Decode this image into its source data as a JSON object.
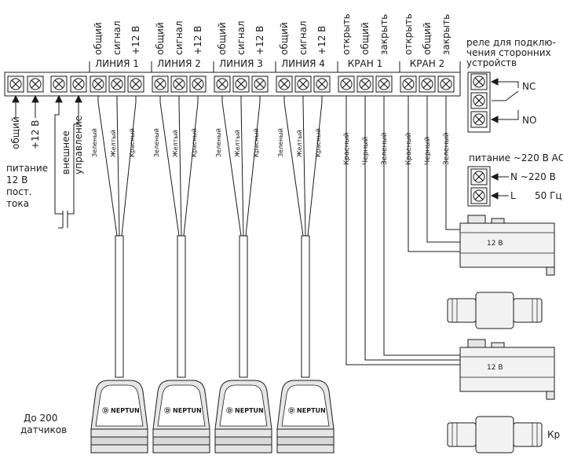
{
  "terminal_block": {
    "line_groups": [
      {
        "label": "ЛИНИЯ 1",
        "pins": [
          "общий",
          "сигнал",
          "+12 В"
        ]
      },
      {
        "label": "ЛИНИЯ 2",
        "pins": [
          "общий",
          "сигнал",
          "+12 В"
        ]
      },
      {
        "label": "ЛИНИЯ 3",
        "pins": [
          "общий",
          "сигнал",
          "+12 В"
        ]
      },
      {
        "label": "ЛИНИЯ 4",
        "pins": [
          "общий",
          "сигнал",
          "+12 В"
        ]
      }
    ],
    "valve_groups": [
      {
        "label": "КРАН 1",
        "pins": [
          "открыть",
          "общий",
          "закрыть"
        ]
      },
      {
        "label": "КРАН 2",
        "pins": [
          "открыть",
          "общий",
          "закрыть"
        ]
      }
    ]
  },
  "power_input": {
    "pins": [
      "общий",
      "+12 В"
    ],
    "caption": [
      "питание",
      "12 В",
      "пост.",
      "тока"
    ]
  },
  "external_control": {
    "label": [
      "внешнее",
      "управление"
    ]
  },
  "sensor_wires": [
    "Зеленый",
    "Желтый",
    "Красный"
  ],
  "valve_wires": [
    "Красный",
    "Черный",
    "Зеленый"
  ],
  "relay": {
    "caption": [
      "реле для подклю-",
      "чения сторонних",
      "устройств"
    ],
    "nc": "NC",
    "no": "NO"
  },
  "mains": {
    "caption": "питание ~220 В АС",
    "n_label": "N ~220 В",
    "l_label": "L",
    "freq": "50 Гц"
  },
  "actuator": {
    "voltage": "12 В"
  },
  "sensors": {
    "brand": "NEPTUN",
    "caption": [
      "До 200",
      "датчиков"
    ]
  },
  "edge_caption": "Кр",
  "colors": {
    "line": "#1a1a1a",
    "terminal_fill": "#f4f4f4",
    "sensor_fill": "#e6e6e6"
  }
}
